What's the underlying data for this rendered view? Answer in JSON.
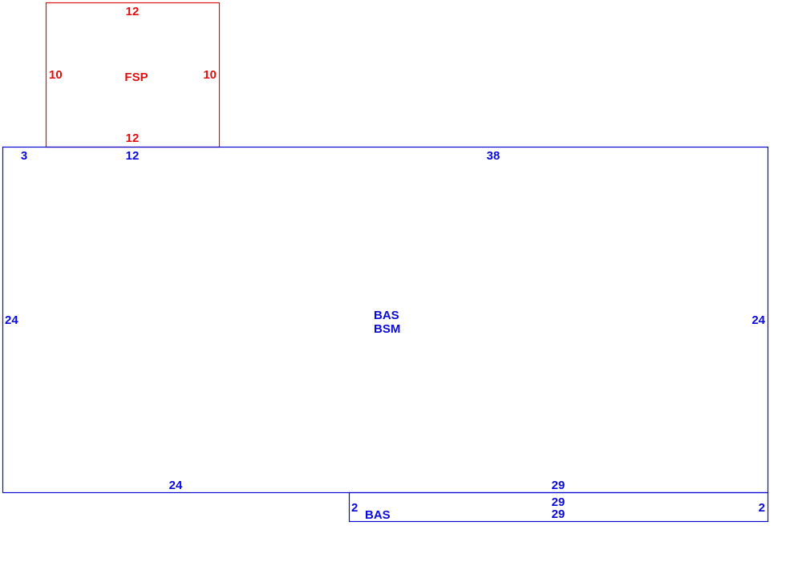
{
  "colors": {
    "main": "#0a0ad8",
    "porch": "#dd1010"
  },
  "porch": {
    "name": "FSP",
    "top": "12",
    "bottom": "12",
    "left": "10",
    "right": "10"
  },
  "main": {
    "name_line1": "BAS",
    "name_line2": "BSM",
    "top_left": "3",
    "top_mid": "12",
    "top_right": "38",
    "left": "24",
    "right": "24",
    "bottom_left": "24",
    "bottom_right": "29"
  },
  "addition": {
    "name": "BAS",
    "left": "2",
    "right": "2",
    "top": "29",
    "bottom": "29"
  }
}
